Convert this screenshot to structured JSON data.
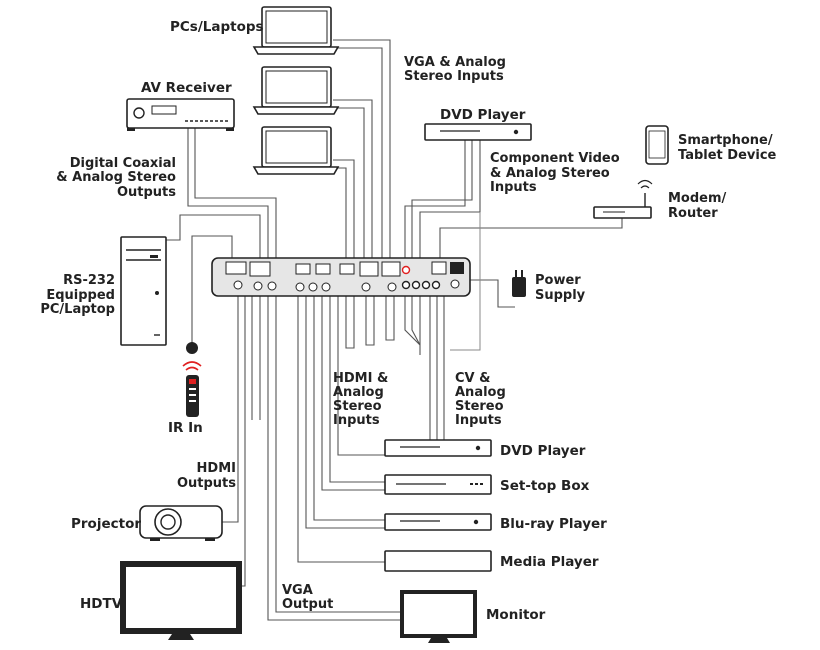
{
  "labels": {
    "pcs_laptops": "PCs/Laptops",
    "vga_analog_1": "VGA & Analog",
    "vga_analog_2": "Stereo Inputs",
    "av_receiver": "AV Receiver",
    "dvd_player_top": "DVD Player",
    "smartphone_1": "Smartphone/",
    "smartphone_2": "Tablet Device",
    "digital_coax_1": "Digital Coaxial",
    "digital_coax_2": "& Analog Stereo",
    "digital_coax_3": "Outputs",
    "component_1": "Component Video",
    "component_2": "& Analog Stereo",
    "component_3": "Inputs",
    "modem_1": "Modem/",
    "modem_2": "Router",
    "rs232_1": "RS-232",
    "rs232_2": "Equipped",
    "rs232_3": "PC/Laptop",
    "power_1": "Power",
    "power_2": "Supply",
    "hdmi_in_1": "HDMI &",
    "hdmi_in_2": "Analog",
    "hdmi_in_3": "Stereo",
    "hdmi_in_4": "Inputs",
    "cv_1": "CV &",
    "cv_2": "Analog",
    "cv_3": "Stereo",
    "cv_4": "Inputs",
    "ir_in": "IR In",
    "dvd_player_bottom": "DVD Player",
    "hdmi_out_1": "HDMI",
    "hdmi_out_2": "Outputs",
    "settop_box": "Set-top Box",
    "projector": "Projector",
    "bluray_player": "Blu-ray Player",
    "media_player": "Media Player",
    "vga_out_1": "VGA",
    "vga_out_2": "Output",
    "hdtv": "HDTV",
    "monitor": "Monitor"
  },
  "icons": {
    "laptop": "laptop-icon",
    "receiver": "av-receiver-icon",
    "disc_player": "disc-player-icon",
    "tablet": "tablet-icon",
    "router": "router-icon",
    "pc_tower": "pc-tower-icon",
    "power_adapter": "power-adapter-icon",
    "remote": "ir-remote-icon",
    "projector": "projector-icon",
    "tv": "tv-icon",
    "monitor": "monitor-icon"
  },
  "colors": {
    "ink": "#222222",
    "wire": "#555555",
    "ir_red": "#e02020"
  }
}
